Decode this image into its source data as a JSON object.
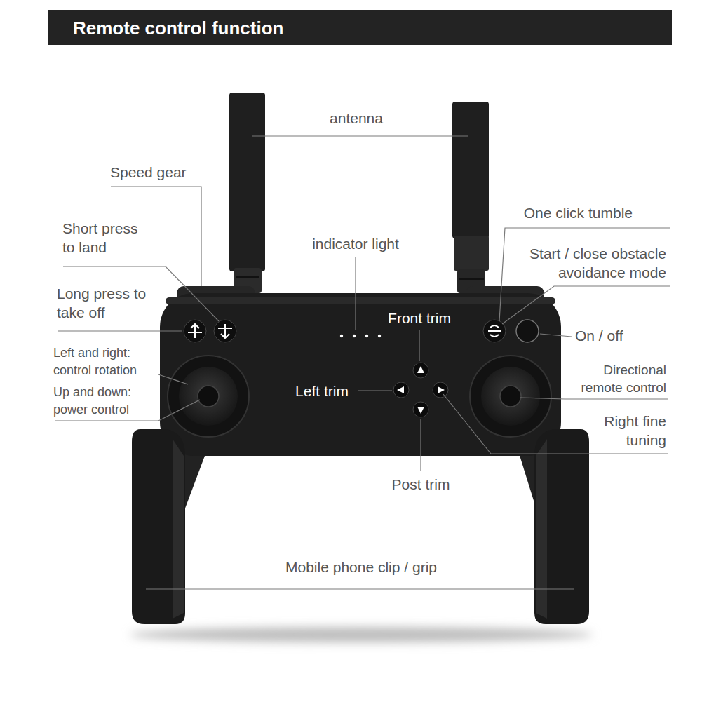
{
  "diagram": {
    "title": "Remote control function",
    "labels": [
      "antenna",
      "Speed gear",
      "Short press to land",
      "Long press to take off",
      "Left and right: control rotation",
      "Up and down: power control",
      "indicator light",
      "Front trim",
      "Left trim",
      "Post trim",
      "One click tumble",
      "Start / close obstacle avoidance mode",
      "On / off",
      "Directional remote control",
      "Right fine tuning",
      "Mobile phone clip / grip"
    ]
  }
}
